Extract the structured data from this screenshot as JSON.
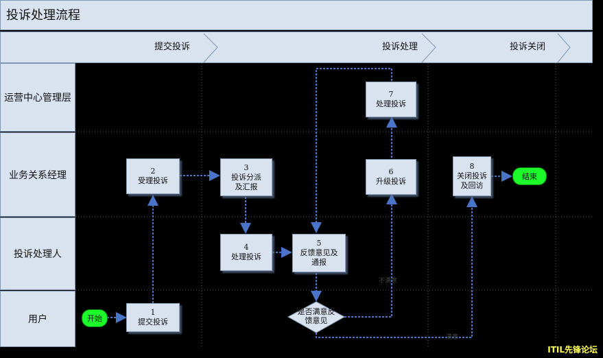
{
  "title": "投诉处理流程",
  "phases": [
    "提交投诉",
    "投诉处理",
    "投诉关闭"
  ],
  "lanes": [
    "运营中心管理层",
    "业务关系经理",
    "投诉处理人",
    "用户"
  ],
  "start_label": "开始",
  "end_label": "结束",
  "steps": [
    {
      "num": "1",
      "label": "提交投诉"
    },
    {
      "num": "2",
      "label": "受理投诉"
    },
    {
      "num": "3",
      "label": "投诉分派及汇报"
    },
    {
      "num": "4",
      "label": "处理投诉"
    },
    {
      "num": "5",
      "label": "反馈意见及通报"
    },
    {
      "num": "6",
      "label": "升级投诉"
    },
    {
      "num": "7",
      "label": "处理投诉"
    },
    {
      "num": "8",
      "label": "关闭投诉及回访"
    }
  ],
  "decision": "是否满意反馈意见",
  "edge_labels": [
    "不满意",
    "满意"
  ],
  "brand": "ITIL先锋论坛",
  "colors": {
    "header_bg": "#d8e3ef",
    "arrow": "#4a74c8",
    "terminator": "#1dfa2a",
    "background": "#000000"
  }
}
